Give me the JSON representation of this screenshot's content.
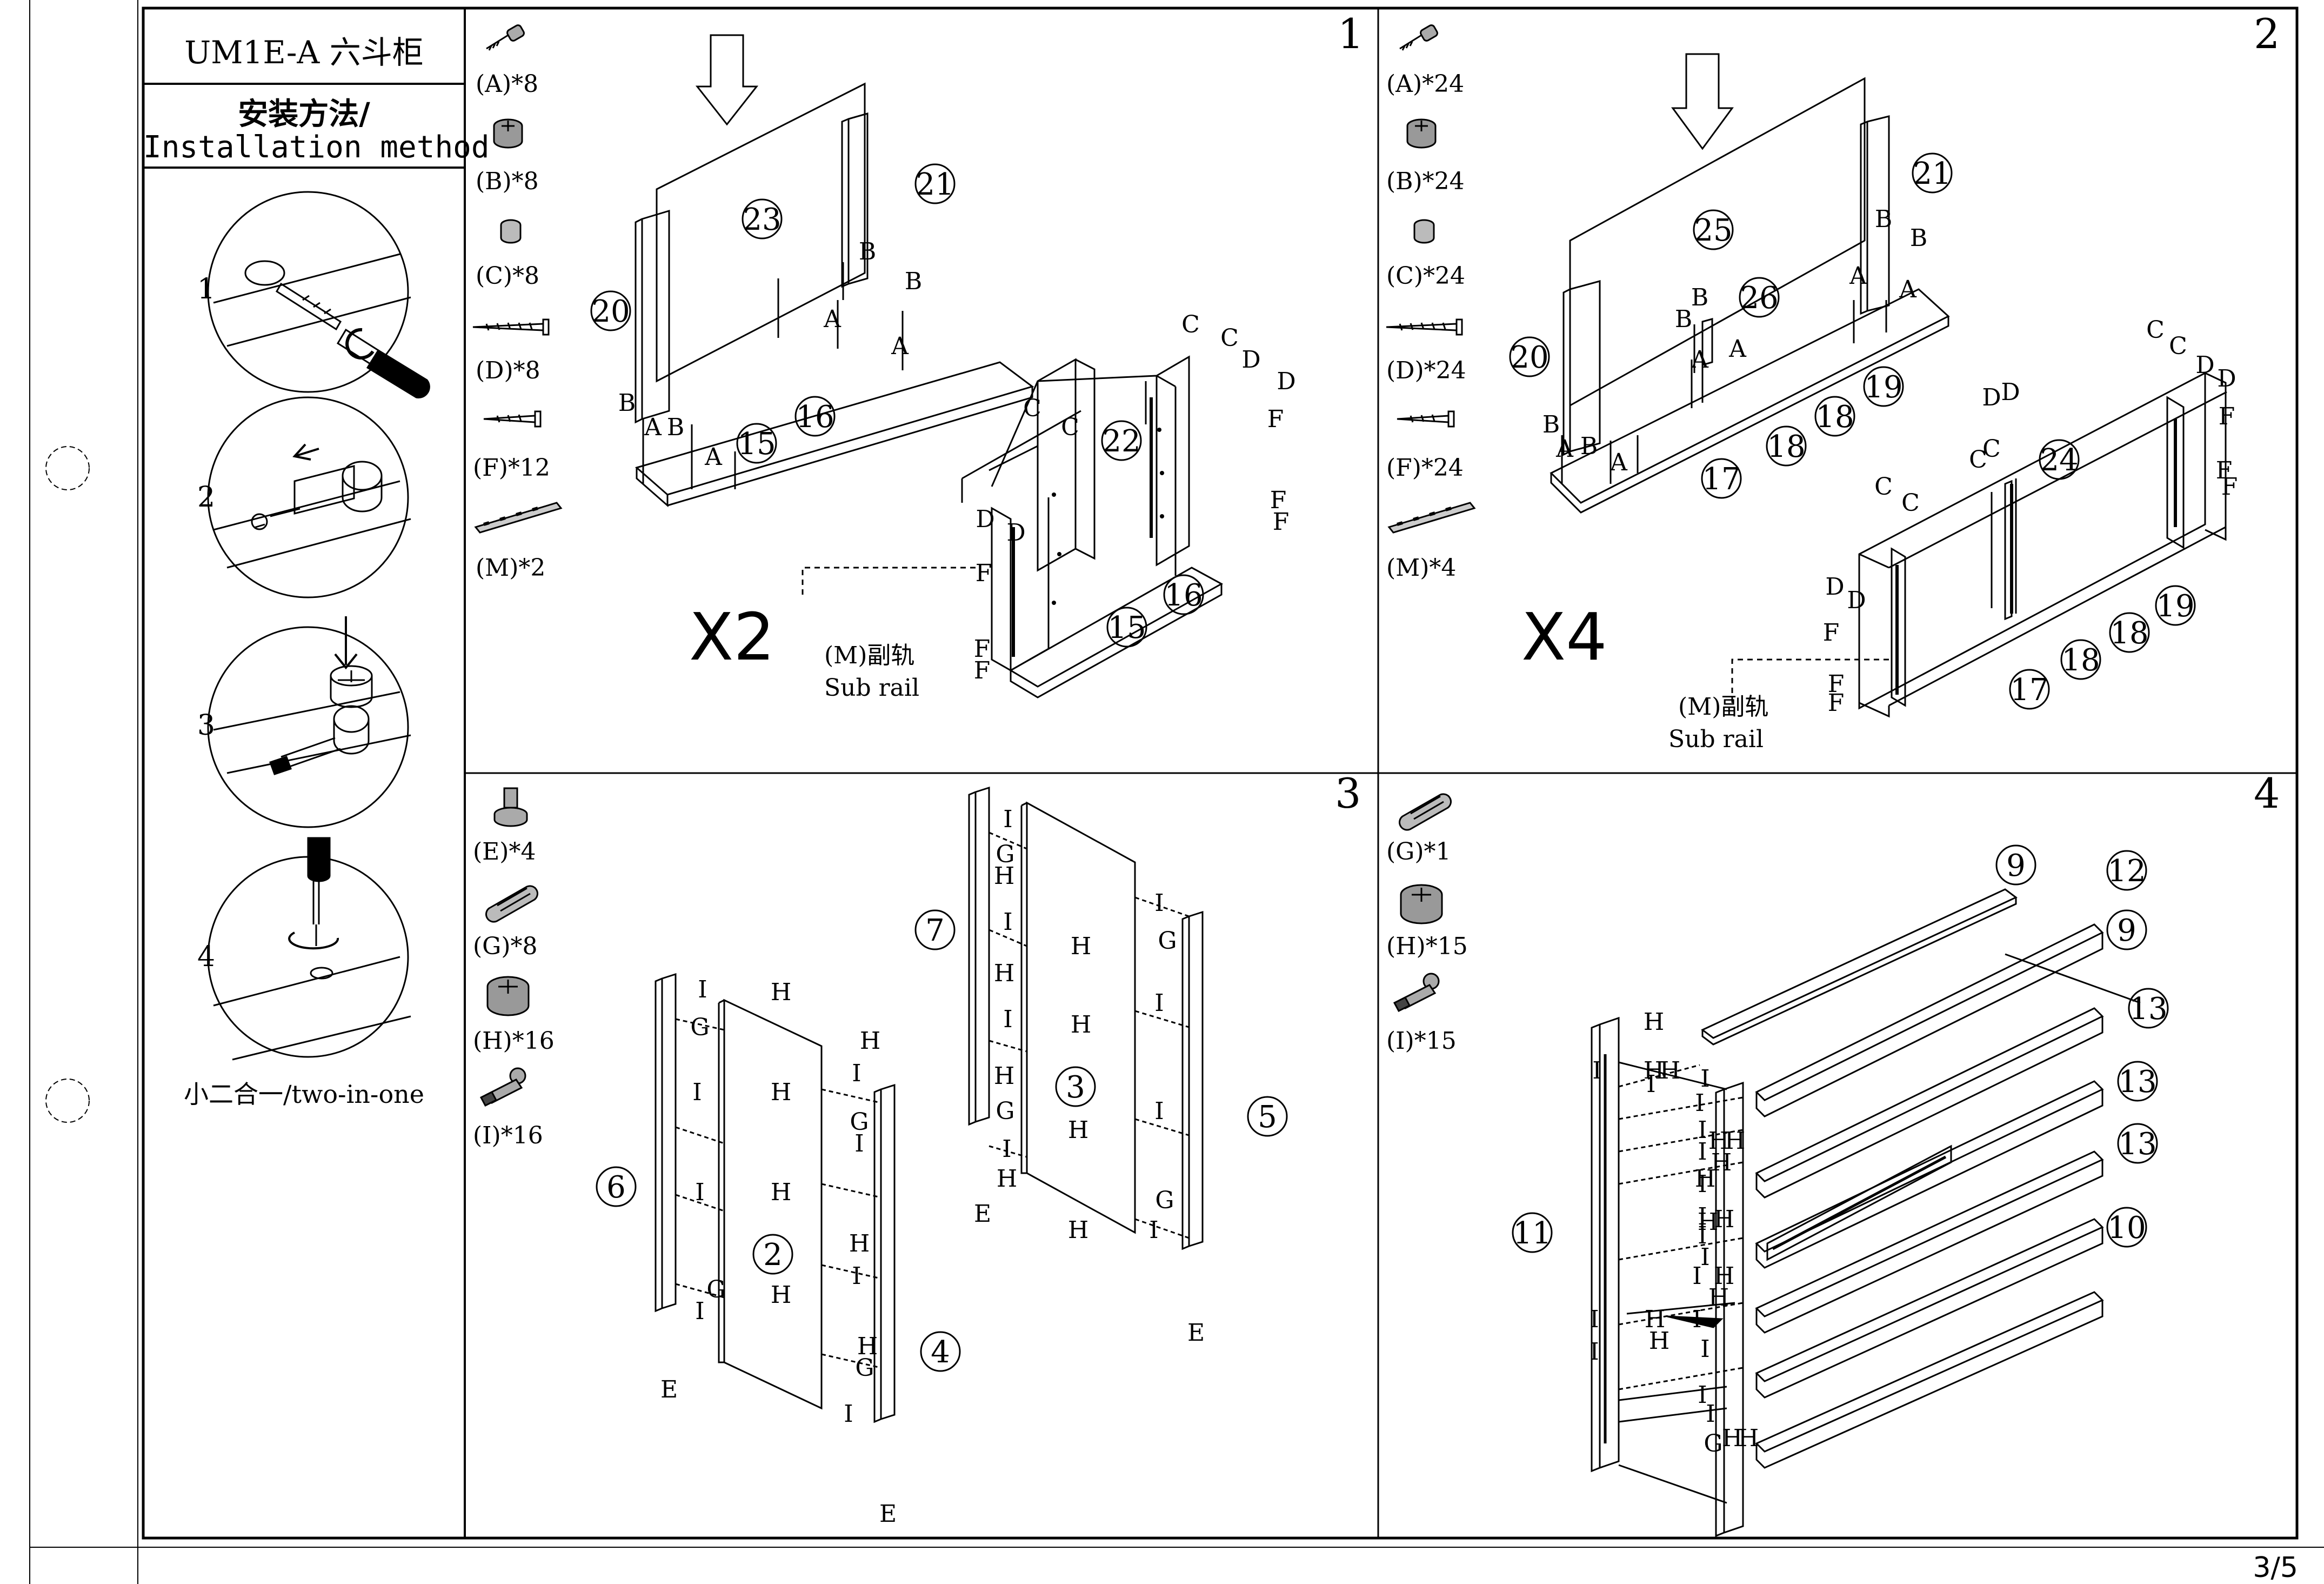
{
  "doc": {
    "model": "UM1E-A 六斗柜",
    "method_cn": "安装方法/",
    "method_en": "Installation method",
    "two_in_one": "小二合一/two-in-one",
    "page": "3/5"
  },
  "tool_steps": [
    "1",
    "2",
    "3",
    "4"
  ],
  "steps": [
    {
      "no": "1",
      "multiplier": "X2",
      "rail_cn": "(M)副轨",
      "rail_en": "Sub rail",
      "parts": [
        {
          "label": "(A)*8",
          "icon": "cam-bolt-icon"
        },
        {
          "label": "(B)*8",
          "icon": "cam-lock-icon"
        },
        {
          "label": "(C)*8",
          "icon": "dowel-cap-icon"
        },
        {
          "label": "(D)*8",
          "icon": "wood-screw-icon"
        },
        {
          "label": "(F)*12",
          "icon": "short-screw-icon"
        },
        {
          "label": "(M)*2",
          "icon": "drawer-rail-icon"
        }
      ]
    },
    {
      "no": "2",
      "multiplier": "X4",
      "rail_cn": "(M)副轨",
      "rail_en": "Sub rail",
      "parts": [
        {
          "label": "(A)*24",
          "icon": "cam-bolt-icon"
        },
        {
          "label": "(B)*24",
          "icon": "cam-lock-icon"
        },
        {
          "label": "(C)*24",
          "icon": "dowel-cap-icon"
        },
        {
          "label": "(D)*24",
          "icon": "wood-screw-icon"
        },
        {
          "label": "(F)*24",
          "icon": "short-screw-icon"
        },
        {
          "label": "(M)*4",
          "icon": "drawer-rail-icon"
        }
      ]
    },
    {
      "no": "3",
      "parts": [
        {
          "label": "(E)*4",
          "icon": "foot-glide-icon"
        },
        {
          "label": "(G)*8",
          "icon": "wood-dowel-icon"
        },
        {
          "label": "(H)*16",
          "icon": "cam-lock-icon"
        },
        {
          "label": "(I)*16",
          "icon": "cam-bolt-icon"
        }
      ]
    },
    {
      "no": "4",
      "parts": [
        {
          "label": "(G)*1",
          "icon": "wood-dowel-icon"
        },
        {
          "label": "(H)*15",
          "icon": "cam-lock-icon"
        },
        {
          "label": "(I)*15",
          "icon": "cam-bolt-icon"
        }
      ]
    }
  ],
  "diagram_labels": {
    "s1": {
      "n23": "23",
      "n21": "21",
      "n20": "20",
      "n16a": "16",
      "n15a": "15",
      "n22": "22",
      "n16b": "16",
      "n15b": "15",
      "A": "A",
      "B": "B",
      "C": "C",
      "D": "D",
      "F": "F"
    },
    "s2": {
      "n25": "25",
      "n21": "21",
      "n26": "26",
      "n20": "20",
      "n19a": "19",
      "n18a": "18",
      "n18b": "18",
      "n17a": "17",
      "n24": "24",
      "n19b": "19",
      "n18c": "18",
      "n18d": "18",
      "n17b": "17",
      "A": "A",
      "B": "B",
      "C": "C",
      "D": "D",
      "F": "F"
    },
    "s3": {
      "n7": "7",
      "n3": "3",
      "n5": "5",
      "n6": "6",
      "n2": "2",
      "n4": "4",
      "E": "E",
      "G": "G",
      "H": "H",
      "I": "I"
    },
    "s4": {
      "n9a": "9",
      "n12": "12",
      "n9b": "9",
      "n13a": "13",
      "n13b": "13",
      "n13c": "13",
      "n10": "10",
      "n11": "11",
      "G": "G",
      "H": "H",
      "I": "I"
    }
  }
}
